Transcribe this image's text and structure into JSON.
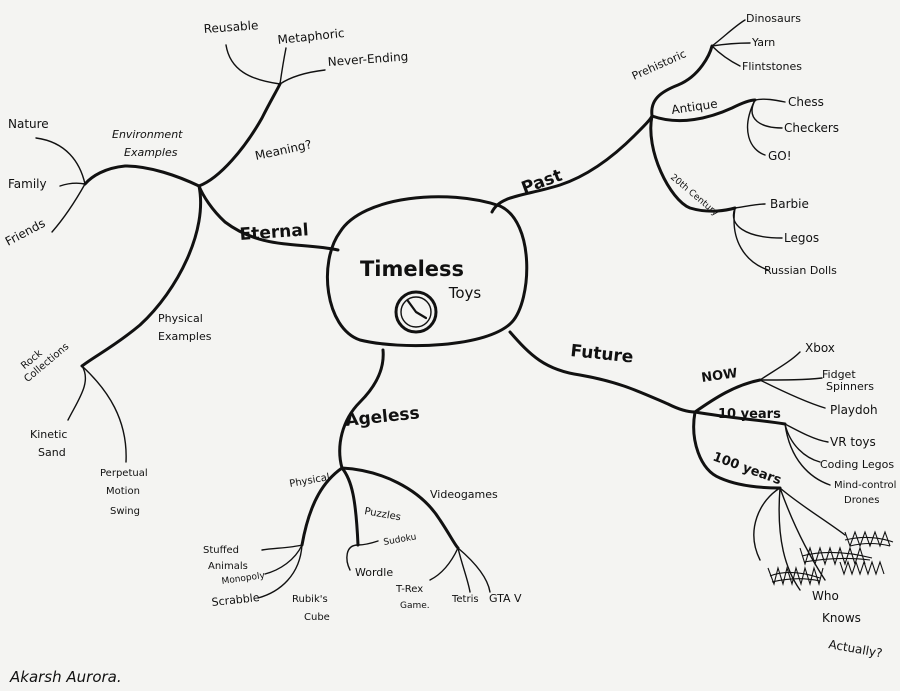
{
  "center": {
    "title": "Timeless",
    "subtitle": "Toys",
    "icon": "clock-icon"
  },
  "branches": {
    "past": {
      "label": "Past",
      "prehistoric": {
        "label": "Prehistoric",
        "items": [
          "Dinosaurs",
          "Yarn",
          "Flintstones"
        ]
      },
      "antique": {
        "label": "Antique",
        "items": [
          "Chess",
          "Checkers",
          "GO!"
        ]
      },
      "twentieth": {
        "label": "20th Century",
        "items": [
          "Barbie",
          "Legos",
          "Russian Dolls"
        ]
      }
    },
    "future": {
      "label": "Future",
      "now": {
        "label": "NOW",
        "items": [
          "Xbox",
          "Fidget Spinners",
          "Playdoh"
        ]
      },
      "ten": {
        "label": "10 years",
        "items": [
          "VR toys",
          "Coding Legos",
          "Mind-control Drones"
        ]
      },
      "hundred": {
        "label": "100 years",
        "items": [
          "Who Knows Actually?"
        ]
      }
    },
    "eternal": {
      "label": "Eternal",
      "meaning": {
        "label": "Meaning?",
        "items": [
          "Reusable",
          "Metaphoric",
          "Never-Ending"
        ]
      },
      "environment": {
        "label": "Environment Examples",
        "items": [
          "Nature",
          "Family",
          "Friends"
        ]
      },
      "physical": {
        "label": "Physical Examples",
        "rock": {
          "label": "Rock Collections",
          "items": [
            "Kinetic Sand",
            "Perpetual Motion Swing"
          ]
        }
      }
    },
    "ageless": {
      "label": "Ageless",
      "physical": {
        "label": "Physical",
        "items": [
          "Stuffed Animals",
          "Monopoly",
          "Scrabble",
          "Rubik's Cube"
        ]
      },
      "puzzles": {
        "label": "Puzzles",
        "items": [
          "Sudoku",
          "Wordle"
        ]
      },
      "videogames": {
        "label": "Videogames",
        "items": [
          "T-Rex Game",
          "Tetris",
          "GTA V"
        ]
      }
    }
  },
  "signature": "Akarsh Aurora."
}
